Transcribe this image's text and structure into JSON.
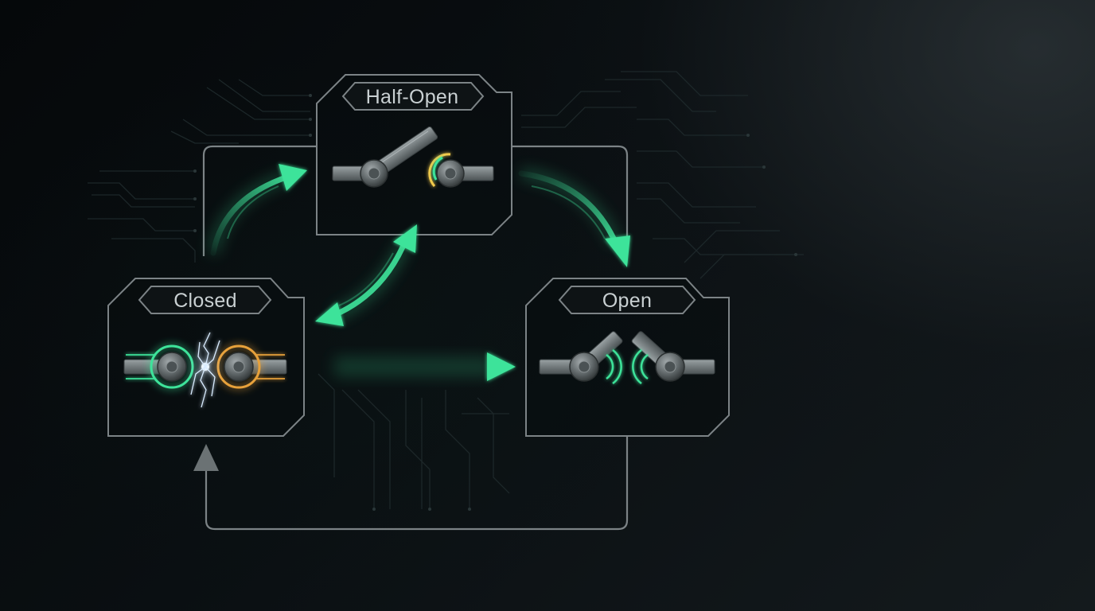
{
  "diagram": {
    "states": {
      "half_open": {
        "label": "Half-Open"
      },
      "closed": {
        "label": "Closed"
      },
      "open": {
        "label": "Open"
      }
    },
    "transitions": [
      {
        "from": "closed",
        "to": "half_open"
      },
      {
        "from": "half_open",
        "to": "open"
      },
      {
        "from": "half_open",
        "to": "closed",
        "bidirectional": true
      },
      {
        "from": "closed",
        "to": "open"
      },
      {
        "from": "open",
        "to": "closed"
      }
    ],
    "colors": {
      "background": "#06090b",
      "frame": "#7c8386",
      "accent_green": "#3ee39a",
      "accent_yellow": "#f2c94c",
      "accent_orange": "#e7a13a",
      "spark": "#cfe8ff"
    }
  }
}
